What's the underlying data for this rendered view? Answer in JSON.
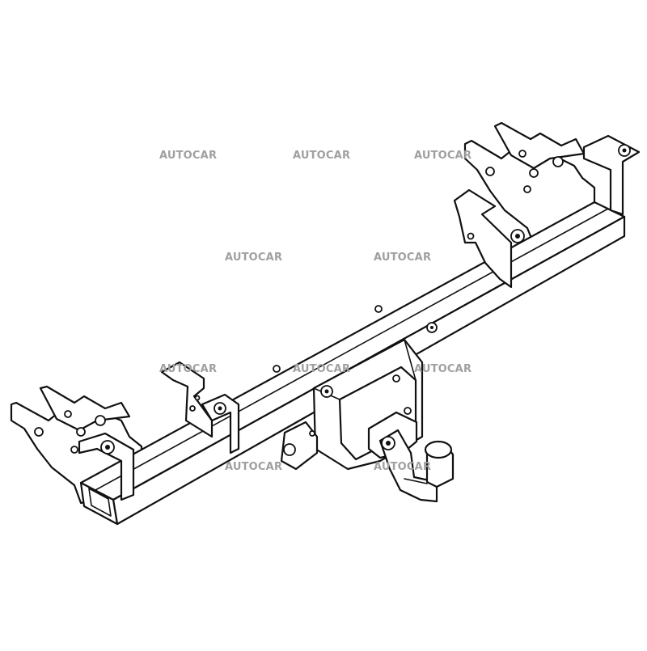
{
  "image": {
    "subject": "tow-bar-assembly-line-drawing",
    "line_color": "#111111",
    "background_color": "#ffffff"
  },
  "watermarks": {
    "text": "AUTOCAR",
    "color": "#a0a0a0",
    "items": [
      "AUTOCAR",
      "AUTOCAR",
      "AUTOCAR",
      "AUTOCAR",
      "AUTOCAR",
      "AUTOCAR",
      "AUTOCAR",
      "AUTOCAR",
      "AUTOCAR",
      "AUTOCAR"
    ]
  }
}
